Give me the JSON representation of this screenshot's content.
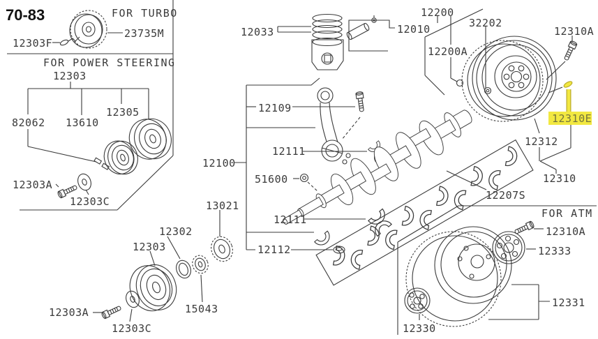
{
  "page": {
    "ref_number": "70-83",
    "colors": {
      "background": "#ffffff",
      "ink": "#3a3a3a",
      "highlight_bg": "#f2e841",
      "highlight_line": "#b9ab2c",
      "highlight_text": "#74743c"
    },
    "highlighted_part": "12310E"
  },
  "sections": {
    "turbo": {
      "title": "FOR TURBO"
    },
    "power_steering": {
      "title": "FOR POWER STEERING"
    },
    "atm": {
      "title": "FOR ATM"
    }
  },
  "parts": {
    "turbo_damper": "23735M",
    "turbo_bolt": "12303F",
    "ps_pulley_assy": "12303",
    "ps_spacer": "82062",
    "ps_pulley_inner": "13610",
    "ps_pulley_outer": "12305",
    "ps_bolt": "12303A",
    "ps_washer": "12303C",
    "piston_ring_set": "12033",
    "piston": "12010",
    "flywheel_assy": "12200",
    "pilot_bushing": "32202",
    "flywheel_sub": "12200A",
    "flywheel_bolt": "12310A",
    "pilot_pin": "12310E",
    "flywheel": "12312",
    "flywheel_group": "12310",
    "rod_bolt": "12109",
    "rod_bearing_upper": "12111",
    "crankshaft": "12100",
    "crank_nose_bolt": "51600",
    "main_bearing_set": "12207S",
    "rod_bearing_lower": "12111",
    "thrust_bearing": "12112",
    "crank_sprocket": "13021",
    "oil_thrower": "12302",
    "crank_pulley": "12303",
    "crank_pulley_bolt": "12303A",
    "crank_pulley_washer": "12303C",
    "oil_pump_gear": "15043",
    "atm_bolt": "12310A",
    "atm_drive_plate": "12333",
    "atm_ring_gear": "12331",
    "atm_adapter": "12330"
  }
}
